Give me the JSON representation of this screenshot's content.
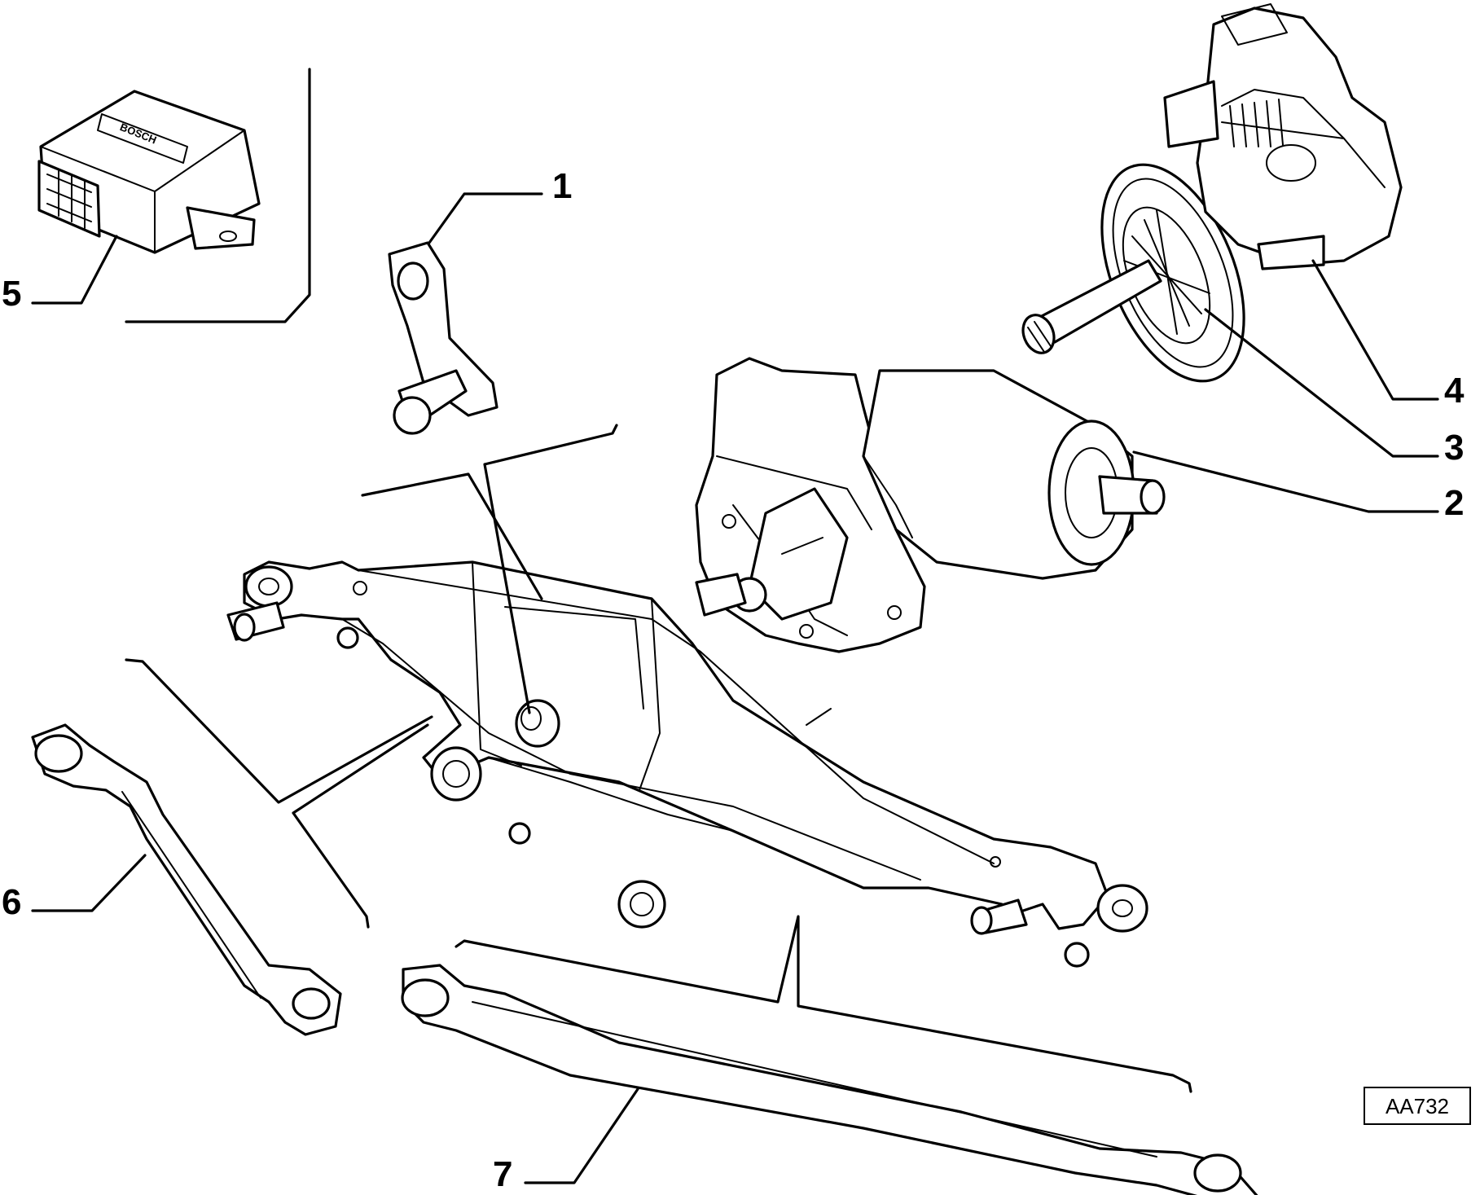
{
  "callouts": [
    {
      "id": "callout-1",
      "label": "1"
    },
    {
      "id": "callout-2",
      "label": "2"
    },
    {
      "id": "callout-3",
      "label": "3"
    },
    {
      "id": "callout-4",
      "label": "4"
    },
    {
      "id": "callout-5",
      "label": "5"
    },
    {
      "id": "callout-6",
      "label": "6"
    },
    {
      "id": "callout-7",
      "label": "7"
    }
  ],
  "control_unit": {
    "brand": "BOSCH"
  },
  "drawing_code": "AA732"
}
